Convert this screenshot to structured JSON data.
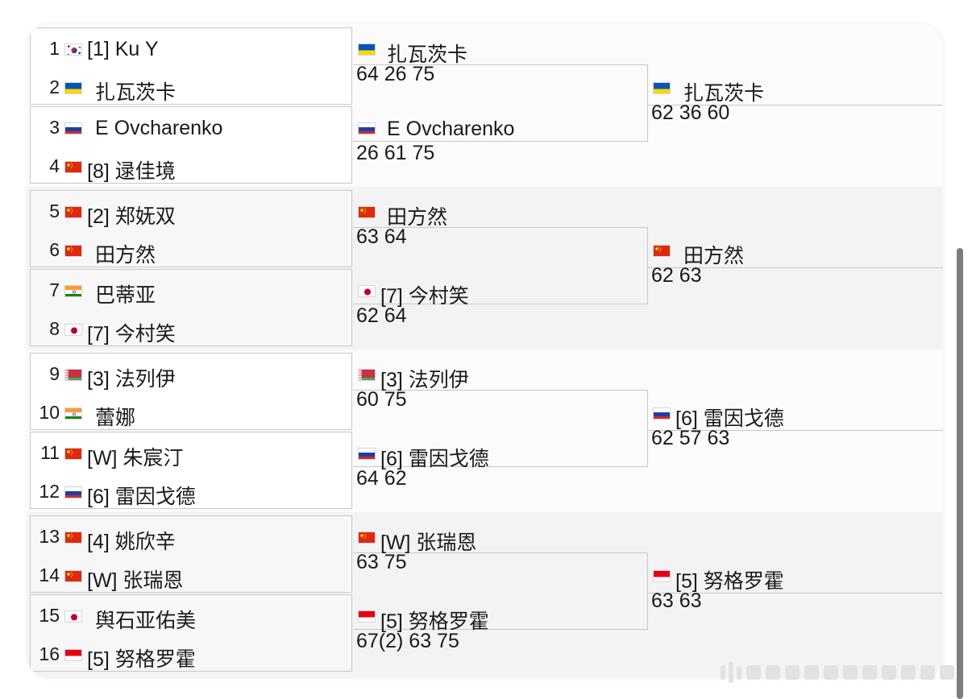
{
  "round1": [
    {
      "num": "1",
      "seed": "[1] Ku Y",
      "flag": "kor"
    },
    {
      "num": "2",
      "seed": "扎瓦茨卡",
      "flag": "ukr"
    },
    {
      "num": "3",
      "seed": "E Ovcharenko",
      "flag": "rus"
    },
    {
      "num": "4",
      "seed": "[8] 逯佳境",
      "flag": "chn"
    },
    {
      "num": "5",
      "seed": "[2] 郑妩双",
      "flag": "chn"
    },
    {
      "num": "6",
      "seed": "田方然",
      "flag": "chn"
    },
    {
      "num": "7",
      "seed": "巴蒂亚",
      "flag": "ind"
    },
    {
      "num": "8",
      "seed": "[7] 今村笑",
      "flag": "jpn"
    },
    {
      "num": "9",
      "seed": "[3] 法列伊",
      "flag": "blr"
    },
    {
      "num": "10",
      "seed": "蕾娜",
      "flag": "ind"
    },
    {
      "num": "11",
      "seed": "[W] 朱宸汀",
      "flag": "chn"
    },
    {
      "num": "12",
      "seed": "[6] 雷因戈德",
      "flag": "rus"
    },
    {
      "num": "13",
      "seed": "[4] 姚欣辛",
      "flag": "chn"
    },
    {
      "num": "14",
      "seed": "[W] 张瑞恩",
      "flag": "chn"
    },
    {
      "num": "15",
      "seed": "舆石亚佑美",
      "flag": "jpn"
    },
    {
      "num": "16",
      "seed": "[5] 努格罗霍",
      "flag": "idn"
    }
  ],
  "round2": [
    {
      "name": "扎瓦茨卡",
      "flag": "ukr",
      "score": "64 26 75"
    },
    {
      "name": "E Ovcharenko",
      "flag": "rus",
      "score": "26 61 75"
    },
    {
      "name": "田方然",
      "flag": "chn",
      "score": "63 64"
    },
    {
      "name": "[7] 今村笑",
      "flag": "jpn",
      "score": "62 64"
    },
    {
      "name": "[3] 法列伊",
      "flag": "blr",
      "score": "60 75"
    },
    {
      "name": "[6] 雷因戈德",
      "flag": "rus",
      "score": "64 62"
    },
    {
      "name": "[W] 张瑞恩",
      "flag": "chn",
      "score": "63 75"
    },
    {
      "name": "[5] 努格罗霍",
      "flag": "idn",
      "score": "67(2) 63 75"
    }
  ],
  "round3": [
    {
      "name": "扎瓦茨卡",
      "flag": "ukr",
      "score": "62 36 60"
    },
    {
      "name": "田方然",
      "flag": "chn",
      "score": "62 63"
    },
    {
      "name": "[6] 雷因戈德",
      "flag": "rus",
      "score": "62 57 63"
    },
    {
      "name": "[5] 努格罗霍",
      "flag": "idn",
      "score": "63 63"
    }
  ],
  "colors": {
    "border": "#c8c8c8",
    "shade": "#f3f3f3",
    "text": "#1a1a1a",
    "scrollbar": "#7d7d7d"
  }
}
